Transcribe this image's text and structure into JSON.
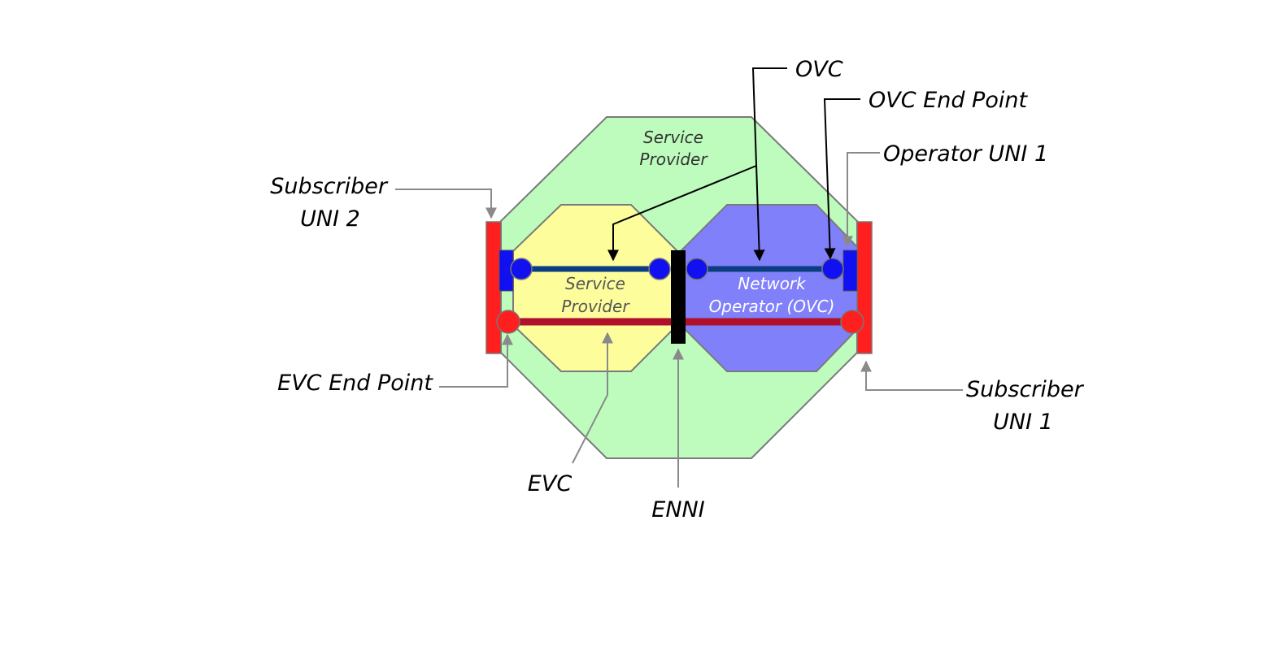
{
  "regions": {
    "outer_provider": {
      "line1": "Service",
      "line2": "Provider"
    },
    "inner_provider": {
      "line1": "Service",
      "line2": "Provider"
    },
    "network_operator": {
      "line1": "Network",
      "line2": "Operator (OVC)"
    }
  },
  "callouts": {
    "ovc": "OVC",
    "ovc_end_point": "OVC End Point",
    "operator_uni_1": "Operator UNI 1",
    "subscriber_uni_2": {
      "line1": "Subscriber",
      "line2": "UNI 2"
    },
    "evc_end_point": "EVC End Point",
    "subscriber_uni_1": {
      "line1": "Subscriber",
      "line2": "UNI 1"
    },
    "evc": "EVC",
    "enni": "ENNI"
  },
  "colors": {
    "outer_fill": "#bdfcbd",
    "inner_provider_fill": "#fdfd9c",
    "operator_fill": "#8080fb",
    "uni_red": "#ff1f1f",
    "endpoint_blue": "#1010f0",
    "ovc_line": "#0b3d80",
    "evc_line": "#b0102a",
    "enni_black": "#000000"
  }
}
